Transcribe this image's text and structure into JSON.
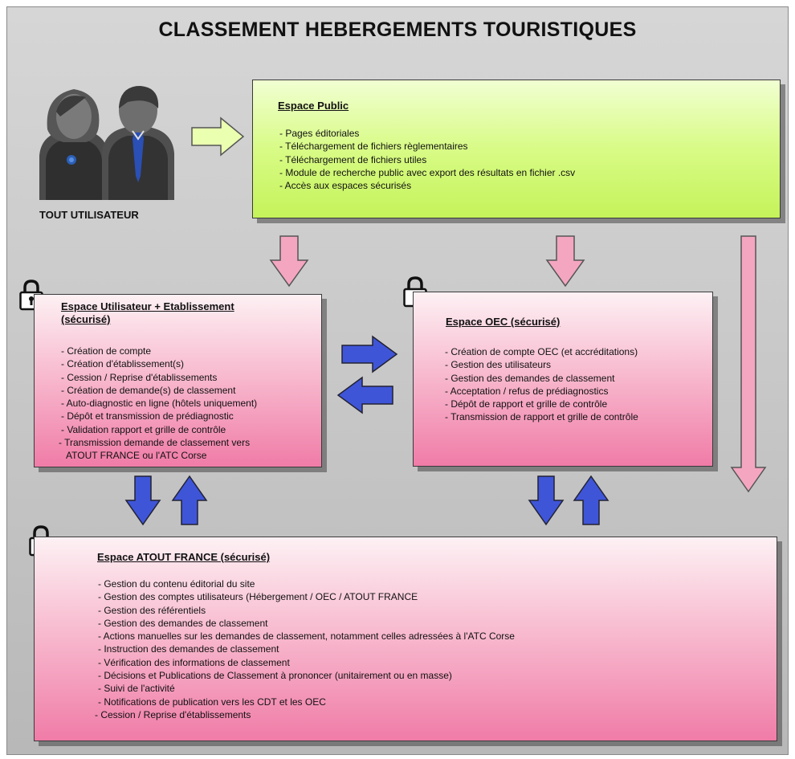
{
  "title": "CLASSEMENT HEBERGEMENTS TOURISTIQUES",
  "user_label": "TOUT UTILISATEUR",
  "colors": {
    "green_box": "#d8fb86",
    "pink_box": "#f8bcd0",
    "pink_arrow": "#f4a6c0",
    "blue_arrow": "#3f55d8",
    "green_arrow": "#eaffb0"
  },
  "icons": [
    "user-woman-icon",
    "user-man-icon",
    "lock-icon",
    "arrow-icon"
  ],
  "espace_public": {
    "title": "Espace Public",
    "items": [
      "- Pages éditoriales",
      "- Téléchargement de fichiers règlementaires",
      "- Téléchargement de fichiers utiles",
      "- Module de recherche public avec export des résultats en fichier .csv",
      "- Accès aux espaces sécurisés"
    ]
  },
  "espace_utilisateur": {
    "title_line1": "Espace Utilisateur + Etablissement",
    "title_line2": "(sécurisé)",
    "items": [
      "- Création de compte",
      "- Création d'établissement(s)",
      "- Cession / Reprise d'établissements",
      "- Création de demande(s) de classement",
      "- Auto-diagnostic en ligne (hôtels uniquement)",
      "- Dépôt et transmission de prédiagnostic",
      "- Validation rapport et grille de contrôle",
      "- Transmission demande de classement vers",
      "  ATOUT FRANCE ou l'ATC Corse"
    ]
  },
  "espace_oec": {
    "title": "Espace OEC (sécurisé)",
    "items": [
      "- Création de compte OEC (et accréditations)",
      "- Gestion des utilisateurs",
      "- Gestion des demandes de classement",
      "- Acceptation / refus de prédiagnostics",
      "- Dépôt de rapport et grille de contrôle",
      "- Transmission de rapport et grille de contrôle"
    ]
  },
  "espace_atout": {
    "title": "Espace ATOUT FRANCE (sécurisé)",
    "items": [
      "- Gestion du contenu éditorial du site",
      "- Gestion des comptes utilisateurs (Hébergement / OEC /  ATOUT FRANCE",
      "- Gestion des référentiels",
      "- Gestion des demandes de classement",
      "- Actions manuelles sur les demandes de classement, notamment celles adressées à l'ATC Corse",
      "- Instruction des demandes de classement",
      "- Vérification des informations de classement",
      "- Décisions et Publications de Classement à prononcer (unitairement ou en masse)",
      "- Suivi de l'activité",
      "- Notifications de publication vers les CDT et les OEC",
      "- Cession / Reprise d'établissements"
    ]
  }
}
